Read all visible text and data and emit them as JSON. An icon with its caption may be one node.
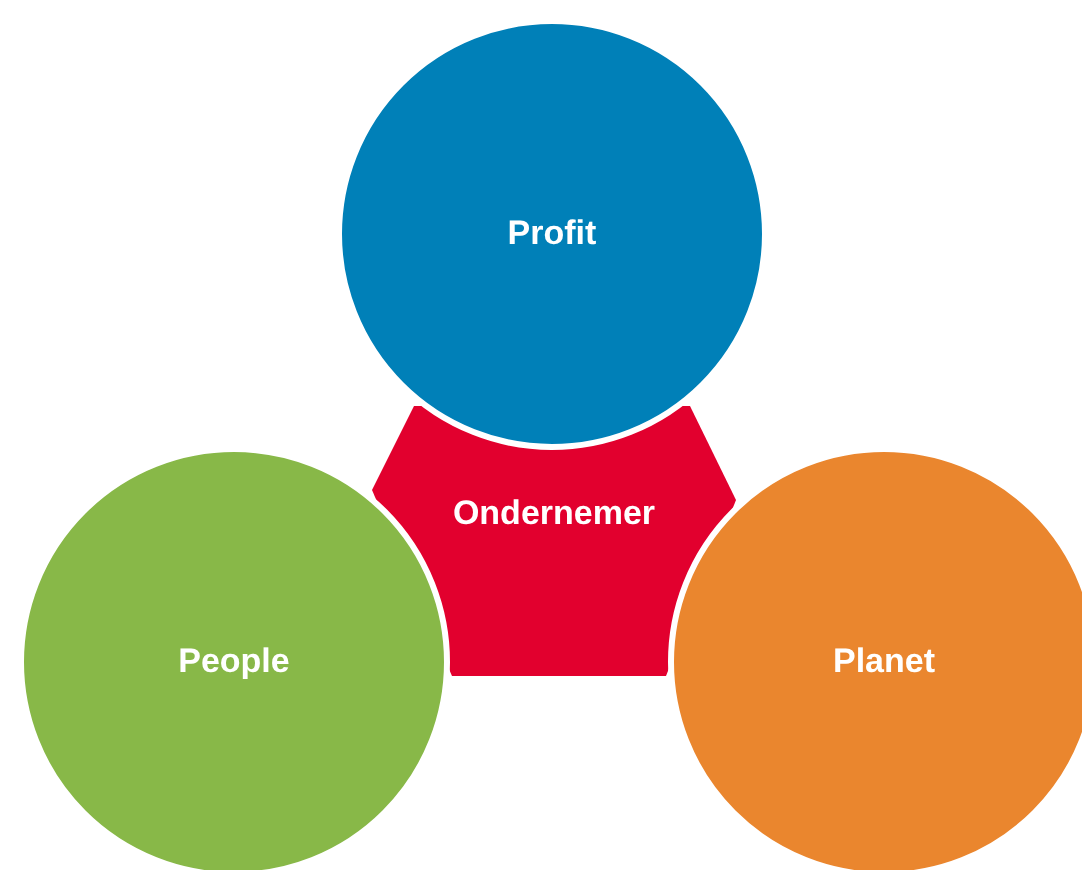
{
  "diagram": {
    "nodes": [
      {
        "text": [
          "Profit"
        ]
      },
      {
        "text": [
          "Ondernemer"
        ]
      },
      {
        "text": [
          "People"
        ]
      },
      {
        "text": [
          "Planet"
        ]
      }
    ],
    "edges": []
  }
}
